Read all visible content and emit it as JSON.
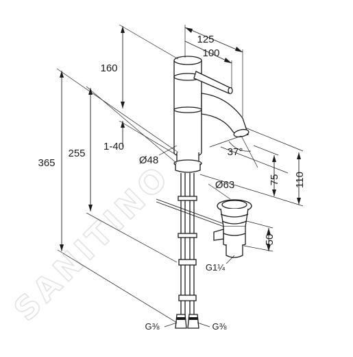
{
  "watermark": {
    "text": "SANITINO"
  },
  "dimensions": {
    "d365": "365",
    "d255": "255",
    "d160": "160",
    "d1_40": "1-40",
    "d125": "125",
    "d100": "100",
    "d48": "Ø48",
    "d37": "37°",
    "d75": "75",
    "d110": "110",
    "d63": "Ø63",
    "d50": "50"
  },
  "threads": {
    "waste": "G1¼",
    "hose_left": "G⅜",
    "hose_right": "G⅜"
  },
  "colors": {
    "line": "#1a1a1a",
    "background": "#ffffff",
    "watermark": "#e2e2e2"
  }
}
